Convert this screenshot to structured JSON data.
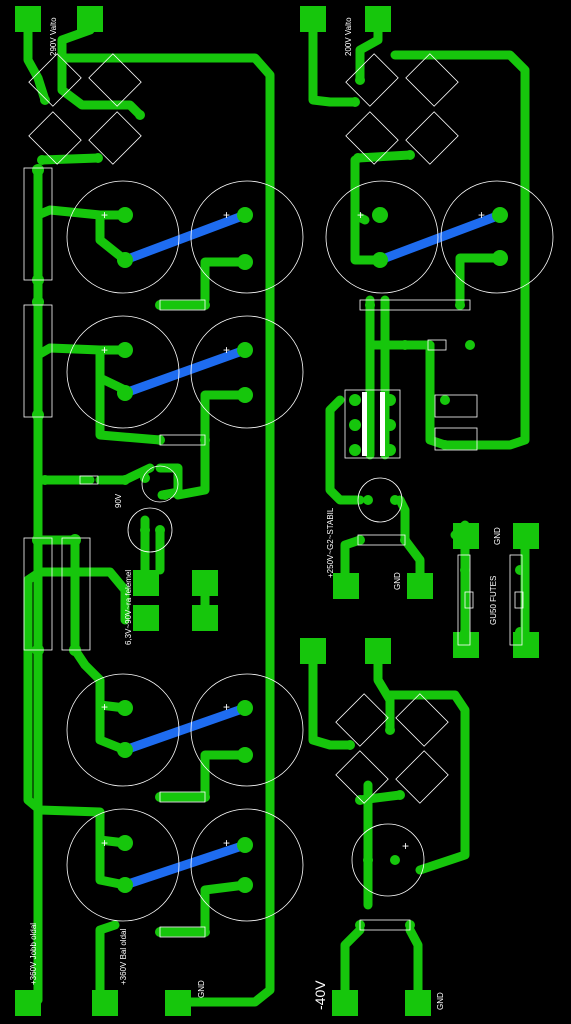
{
  "board": {
    "colors": {
      "background": "#000000",
      "copper": "#16c60c",
      "jumper": "#1e6cf0",
      "silkscreen": "#ffffff"
    },
    "labels": {
      "ac290": "290V Valto",
      "ac200": "200V Valto",
      "v90": "90V",
      "heater": "6,3V~90V~ra felemel",
      "stab": "+250V~G2~STABIL",
      "gnd_stab": "GND",
      "gnd_right": "GND",
      "fuses": "GU50 FUTES",
      "jobb": "+360V Jobb oldal",
      "bal": "+360V Bal oldal",
      "gnd_bottom": "GND",
      "neg40": "-40V",
      "gnd_neg": "GND"
    }
  }
}
